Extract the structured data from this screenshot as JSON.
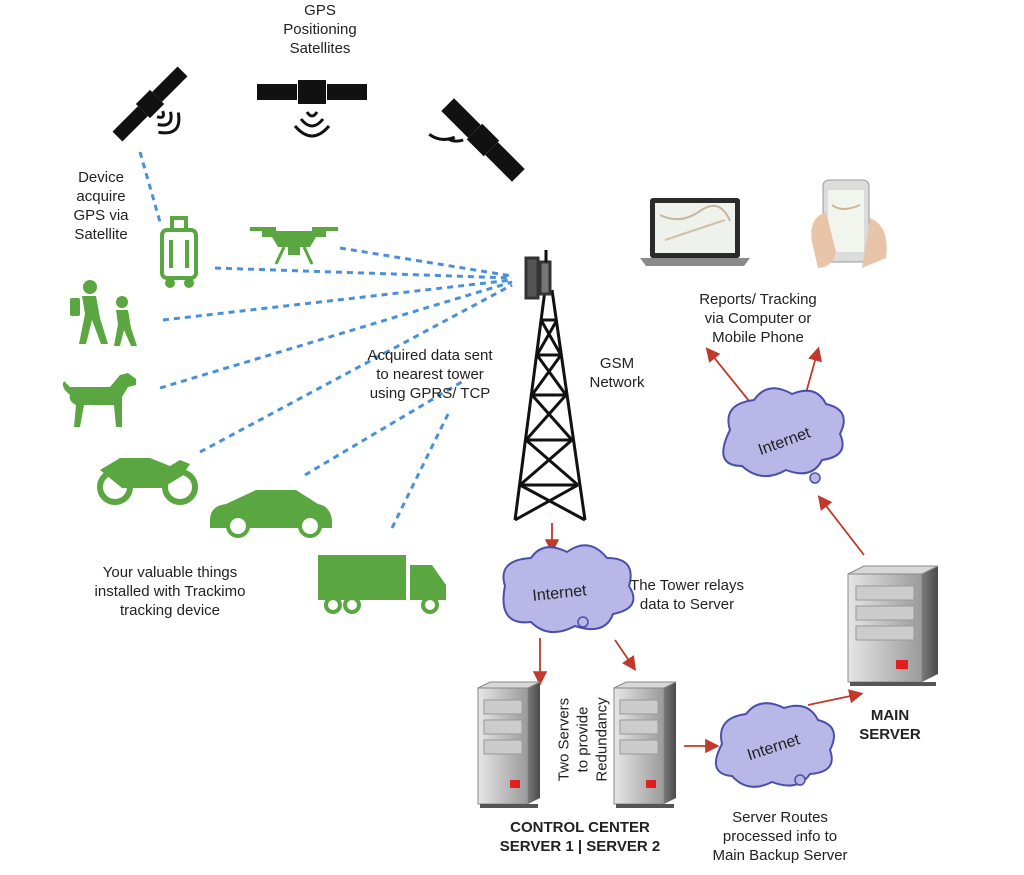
{
  "labels": {
    "satellites": [
      "GPS",
      "Positioning",
      "Satellites"
    ],
    "device": [
      "Device",
      "acquire",
      "GPS via",
      "Satellite"
    ],
    "acquired": [
      "Acquired data sent",
      "to nearest tower",
      "using GPRS/ TCP"
    ],
    "gsm": [
      "GSM",
      "Network"
    ],
    "reports": [
      "Reports/ Tracking",
      "via Computer or",
      "Mobile Phone"
    ],
    "valuables": [
      "Your valuable things",
      "installed with Trackimo",
      "tracking device"
    ],
    "relay": [
      "The Tower relays",
      "data to Server"
    ],
    "redundancy": [
      "Two Servers",
      "to provide",
      "Redundancy"
    ],
    "main_server": [
      "MAIN",
      "SERVER"
    ],
    "control_center": [
      "CONTROL CENTER",
      "SERVER 1 | SERVER 2"
    ],
    "routes": [
      "Server Routes",
      "processed info to",
      "Main Backup Server"
    ],
    "cloud_text": "Internet"
  },
  "colors": {
    "green": "#5aa640",
    "dashed_blue": "#4a90d9",
    "red_arrow": "#c0392b",
    "cloud_fill": "#b9b6e8",
    "cloud_stroke": "#4a4fa8",
    "server_gray": "#c8c8c8"
  },
  "icons": [
    "satellite-icon",
    "luggage-icon",
    "drone-icon",
    "hikers-icon",
    "dog-icon",
    "motorcycle-icon",
    "car-icon",
    "truck-icon",
    "tower-icon",
    "laptop-icon",
    "phone-icon",
    "internet-cloud-icon",
    "server-icon"
  ]
}
